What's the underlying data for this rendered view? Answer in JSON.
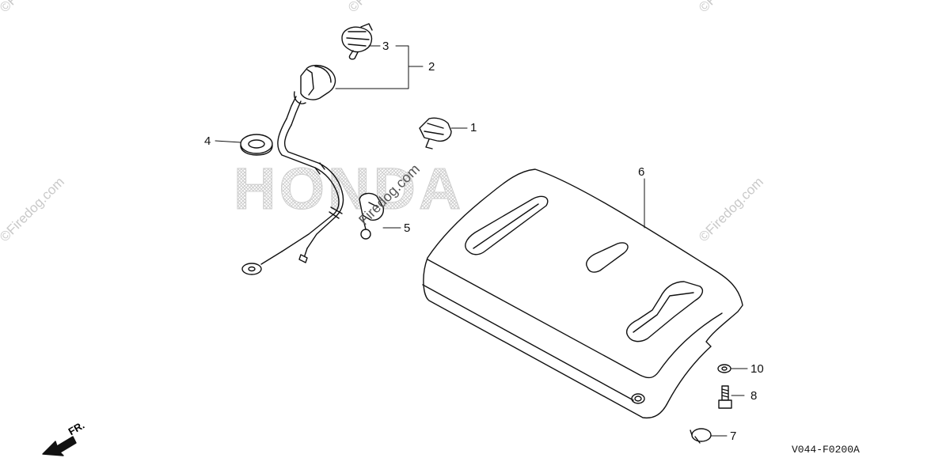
{
  "diagram": {
    "callouts": {
      "part_1": "1",
      "part_2": "2",
      "part_3": "3",
      "part_4": "4",
      "part_5": "5",
      "part_6": "6",
      "part_7": "7",
      "part_8": "8",
      "part_9": "10"
    },
    "front_indicator": "FR.",
    "diagram_code": "V044-F0200A",
    "watermarks": {
      "brand": "HONDA",
      "site_text": "©Firedog.com",
      "center_text": "Firedog.com"
    },
    "colors": {
      "line": "#111111",
      "watermark": "#c9c9c9",
      "background": "#ffffff"
    }
  }
}
